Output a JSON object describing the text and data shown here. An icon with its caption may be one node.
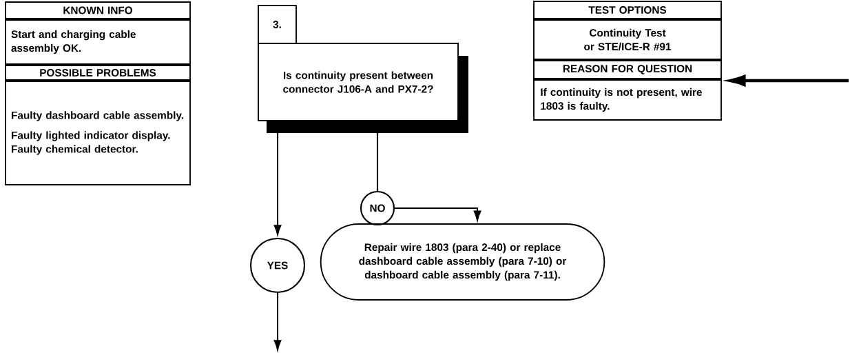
{
  "diagram": {
    "nodes": [
      {
        "text": [
          "KNOWN INFO"
        ]
      },
      {
        "text": [
          "Start and charging cable assembly OK."
        ]
      },
      {
        "text": [
          "POSSIBLE PROBLEMS"
        ]
      },
      {
        "text": [
          "Faulty dashboard cable assembly.",
          "Faulty lighted indicator display.",
          "Faulty chemical detector."
        ]
      },
      {
        "text": [
          "3."
        ]
      },
      {
        "text": [
          "Is continuity present between connector J106-A and PX7-2?"
        ]
      },
      {
        "text": [
          "TEST OPTIONS"
        ]
      },
      {
        "text": [
          "Continuity Test or STE/ICE-R #91"
        ]
      },
      {
        "text": [
          "REASON FOR QUESTION"
        ]
      },
      {
        "text": [
          "If continuity is not present, wire 1803 is faulty."
        ]
      },
      {
        "text": [
          "NO"
        ]
      },
      {
        "text": [
          "Repair wire 1803 (para 2-40) or replace dashboard cable assembly (para 7-10) or dashboard cable assembly (para 7-11)."
        ]
      },
      {
        "text": [
          "YES"
        ]
      }
    ],
    "edges": [
      {
        "from": 5,
        "to": 12,
        "arrow": "to"
      },
      {
        "from": 5,
        "to": 10,
        "arrow": "none"
      },
      {
        "from": 10,
        "to": 11,
        "arrow": "to"
      },
      {
        "from": null,
        "to": 9,
        "arrow": "to",
        "style": "thick"
      },
      {
        "from": 12,
        "to": null,
        "arrow": "to"
      }
    ]
  }
}
